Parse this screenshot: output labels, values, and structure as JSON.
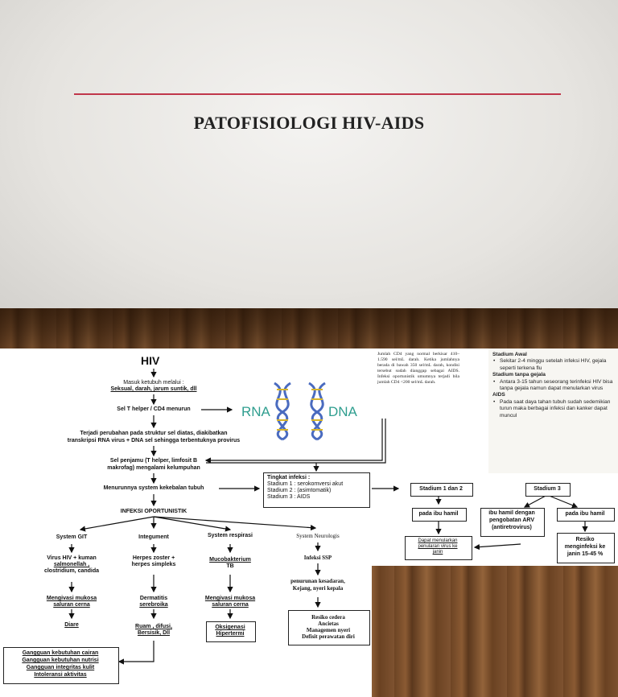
{
  "slide": {
    "title": "PATOFISIOLOGI HIV-AIDS"
  },
  "flow": {
    "hiv": "HIV",
    "masuk1": "Masuk ketubuh melalui :",
    "masuk2": "Seksual, darah, jarum suntik, dll",
    "sel_t": "Sel T helper / CD4 menurun",
    "terjadi1": "Terjadi perubahan pada struktur sel diatas, diakibatkan",
    "terjadi2": "transkripsi RNA virus + DNA sel sehingga terbentuknya provirus",
    "sel_penjamu1": "Sel penjamu (T helper, limfosit B",
    "sel_penjamu2": "makrofag) mengalami kelumpuhan",
    "menurunnya": "Menurunnya system kekebalan tubuh",
    "infeksi_op": "INFEKSI OPORTUNISTIK",
    "rna": "RNA",
    "dna": "DNA",
    "col1": {
      "head": "System GIT",
      "a1": "Virus HIV + kuman",
      "a2": "salmonellah ,",
      "a3": "clostridium, candida",
      "b1": "Mengivasi mukosa",
      "b2": "saluran cerna",
      "c": "Diare"
    },
    "col2": {
      "head": "Integument",
      "a1": "Herpes zoster +",
      "a2": "herpes simpleks",
      "b1": "Dermatitis",
      "b2": "serebroika",
      "c1": "Ruam , difusi,",
      "c2": "Bersisik, Dll"
    },
    "col3": {
      "head": "System respirasi",
      "a1": "Mucobakterium",
      "a2": "TB",
      "b1": "Mengivasi mukosa",
      "b2": "saluran cerna",
      "c1": "Oksigenasi",
      "c2": "Hipertermi"
    },
    "col4": {
      "head": "System Neurologis",
      "a": "Infeksi SSP",
      "b1": "penurunan kesadaran,",
      "b2": "Kejang, nyeri kepala",
      "c1": "Resiko cedera",
      "c2": "Ancietas",
      "c3": "Managemen nyeri",
      "c4": "Defisit perawatan diri"
    },
    "gangguan": [
      "Gangguan kebutuhan cairan",
      "Gangguan kebutuhan nutrisi",
      "Gangguan integritas kulit",
      "Intoleransi aktivitas"
    ],
    "tingkat": {
      "title": "Tingkat infeksi :",
      "s1": "Stadium 1 : serokomversi akut",
      "s2": "Stadium 2 : (asimtomatik)",
      "s3": "Stadium 3 : AIDS"
    }
  },
  "cd4_note": "Jumlah CD4 yang normal berkisar 410– 1.590 sel/mL darah. Ketika jumlahnya berada di bawah 350 sel/mL darah, kondisi tersebut sudah dianggap sebagai AIDS. Infeksi oportunistik umumnya terjadi bila jumlah CD4 <200 sel/mL darah.",
  "stadium_info": {
    "awal_h": "Stadium Awal",
    "awal": "Sekitar 2-4 minggu setelah infeksi HIV, gejala seperti terkena flu",
    "tanpa_h": "Stadium tanpa gejala",
    "tanpa": "Antara 3-15 tahun seseorang terinfeksi HIV bisa tanpa gejala namun dapat menularkan virus",
    "aids_h": "AIDS",
    "aids": "Pada saat daya tahan tubuh sudah sedemikian turun maka berbagai infeksi dan kanker dapat muncul"
  },
  "stadium_flow": {
    "s12": "Stadium 1 dan 2",
    "s3": "Stadium 3",
    "hamil1": "pada ibu hamil",
    "arv1": "ibu hamil dengan",
    "arv2": "pengobatan ARV",
    "arv3": "(antiretrovirus)",
    "hamil2": "pada ibu hamil",
    "dapat1": "Dapat menularkan",
    "dapat2": "penularan virus ke",
    "dapat3": "janin",
    "resiko1": "Resiko",
    "resiko2": "menginfeksi ke",
    "resiko3": "janin 15-45 %"
  }
}
